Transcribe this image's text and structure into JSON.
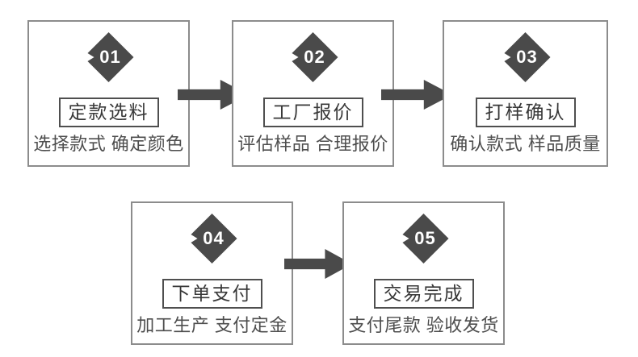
{
  "colors": {
    "badge": "#4a4a4a",
    "badge_text": "#ffffff",
    "box_border": "#8c8c8c",
    "title_border": "#4f4f4f",
    "title_text": "#383838",
    "subtitle_text": "#4e4e4e",
    "arrow": "#4a4a4a"
  },
  "icons": {
    "step_badge": "diamond-badge-icon",
    "connector": "arrow-right-icon"
  },
  "steps": [
    {
      "number": "01",
      "title": "定款选料",
      "subtitle": "选择款式 确定颜色"
    },
    {
      "number": "02",
      "title": "工厂报价",
      "subtitle": "评估样品 合理报价"
    },
    {
      "number": "03",
      "title": "打样确认",
      "subtitle": "确认款式 样品质量"
    },
    {
      "number": "04",
      "title": "下单支付",
      "subtitle": "加工生产 支付定金"
    },
    {
      "number": "05",
      "title": "交易完成",
      "subtitle": "支付尾款 验收发货"
    }
  ]
}
